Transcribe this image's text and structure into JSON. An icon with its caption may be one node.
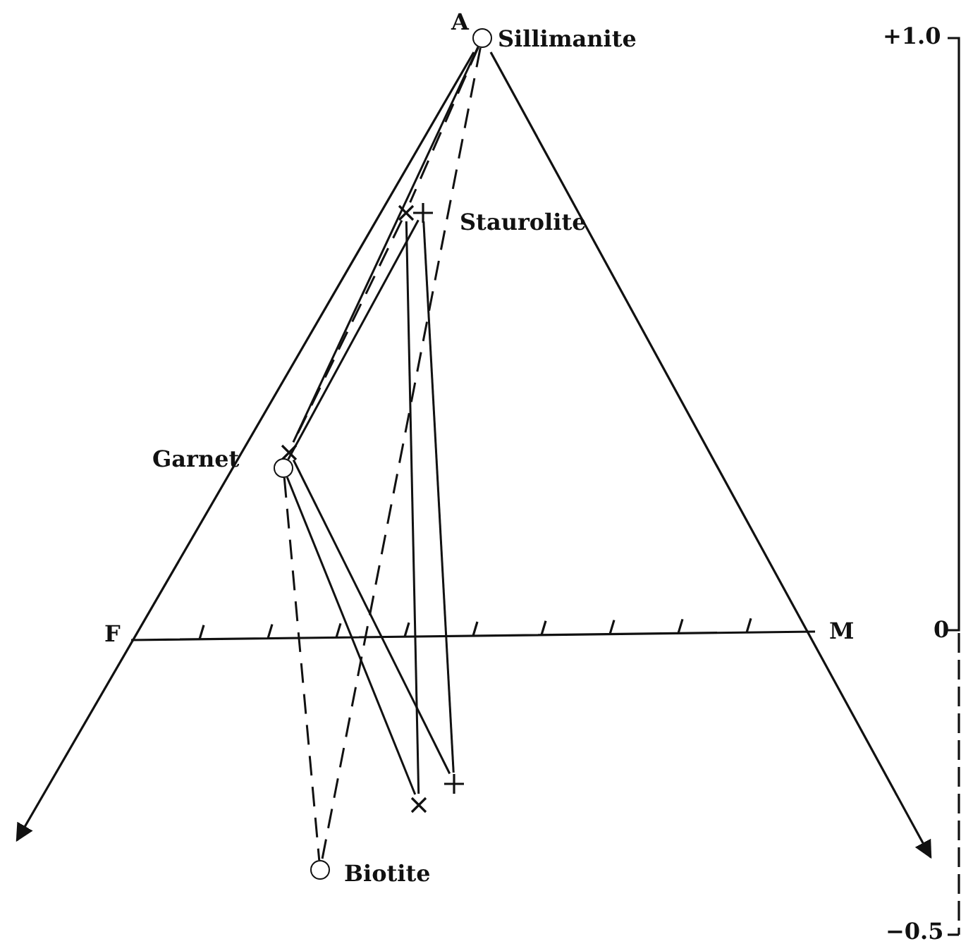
{
  "diagram": {
    "nodes": [
      {
        "text": [],
        "shape": "circle",
        "beside": [
          "Sillimanite"
        ]
      },
      {
        "text": [],
        "shape": "cross"
      },
      {
        "text": [],
        "shape": "plus",
        "beside": [
          "Staurolite"
        ]
      },
      {
        "text": [],
        "shape": "cross"
      },
      {
        "text": [],
        "shape": "circle",
        "beside": [
          "Garnet"
        ]
      },
      {
        "text": [],
        "shape": "circle",
        "beside": [
          "Biotite"
        ]
      },
      {
        "text": [],
        "shape": "cross"
      },
      {
        "text": [],
        "shape": "plus"
      }
    ],
    "edges": [
      {
        "from": 0,
        "to": 3,
        "arrow": "none"
      },
      {
        "from": 0,
        "to": 1,
        "arrow": "none",
        "style": "dashed"
      },
      {
        "from": 1,
        "to": 3,
        "arrow": "none",
        "style": "dashed"
      },
      {
        "from": 2,
        "to": 4,
        "arrow": "none"
      },
      {
        "from": 1,
        "to": 6,
        "arrow": "none"
      },
      {
        "from": 2,
        "to": 7,
        "arrow": "none"
      },
      {
        "from": 4,
        "to": 6,
        "arrow": "none"
      },
      {
        "from": 3,
        "to": 7,
        "arrow": "none"
      },
      {
        "from": 4,
        "to": 5,
        "arrow": "none",
        "style": "dashed"
      },
      {
        "from": 0,
        "to": 5,
        "arrow": "none",
        "style": "dashed"
      }
    ],
    "labels": [
      "A",
      "F",
      "M",
      "+1.0",
      "0",
      "−0.5"
    ]
  }
}
